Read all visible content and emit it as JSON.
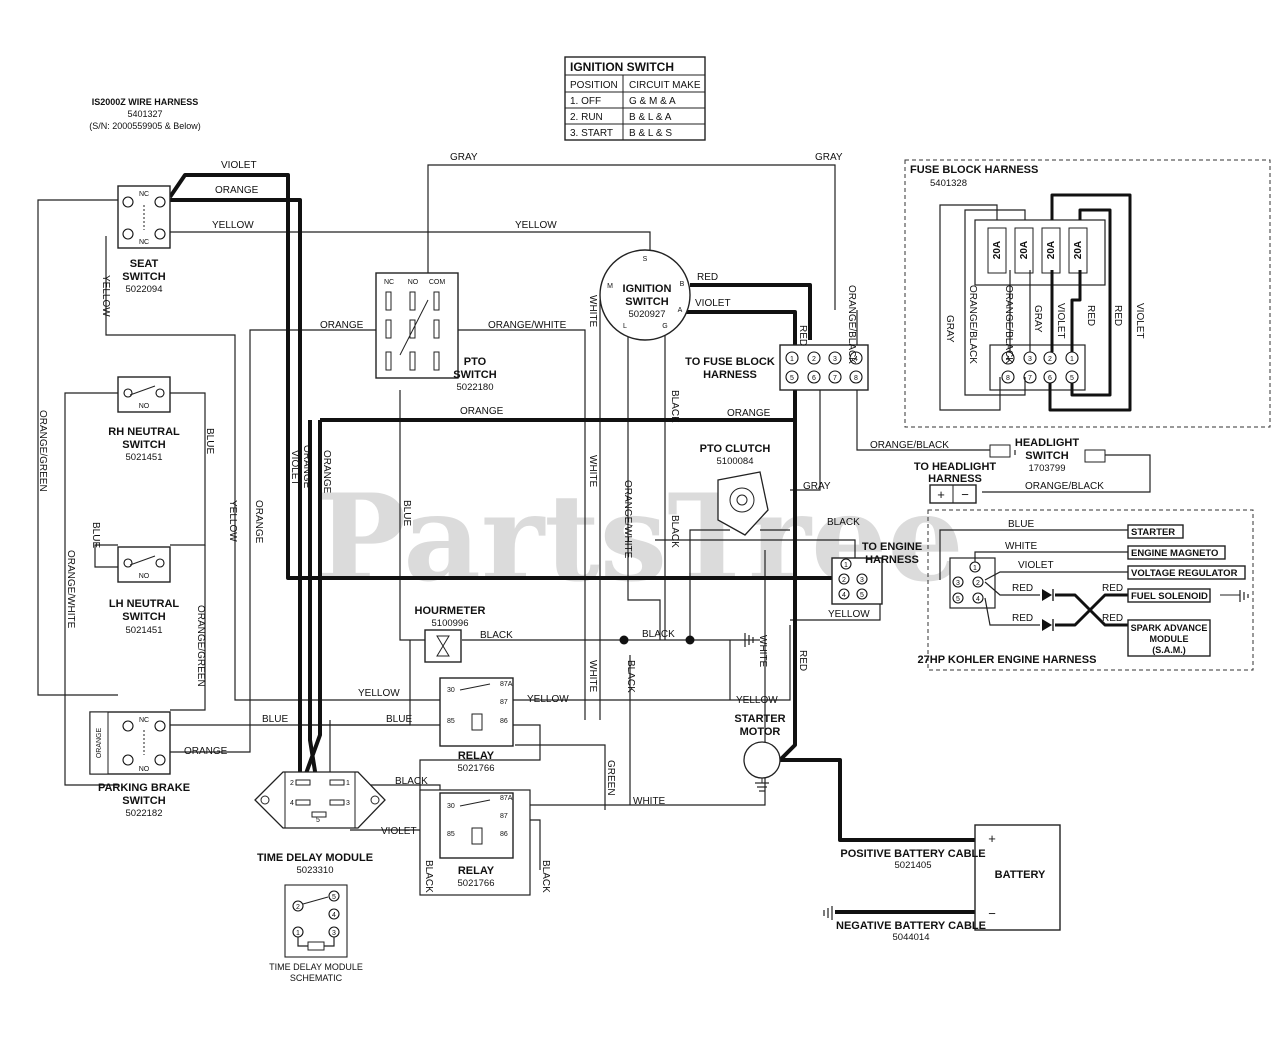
{
  "watermark": "PartsTree",
  "header": {
    "title": "IS2000Z WIRE HARNESS",
    "part": "5401327",
    "serial": "(S/N: 2000559905 & Below)"
  },
  "ignition_table": {
    "title": "IGNITION SWITCH",
    "col_position": "POSITION",
    "col_circuit": "CIRCUIT MAKE",
    "rows": [
      {
        "position": "1. OFF",
        "circuit": "G & M & A"
      },
      {
        "position": "2. RUN",
        "circuit": "B & L & A"
      },
      {
        "position": "3. START",
        "circuit": "B & L & S"
      }
    ]
  },
  "components": {
    "seat_switch": {
      "name1": "SEAT",
      "name2": "SWITCH",
      "part": "5022094",
      "nc": "NC"
    },
    "rh_neutral": {
      "name1": "RH NEUTRAL",
      "name2": "SWITCH",
      "part": "5021451",
      "no": "NO"
    },
    "lh_neutral": {
      "name1": "LH NEUTRAL",
      "name2": "SWITCH",
      "part": "5021451",
      "no": "NO"
    },
    "parking_brake": {
      "name1": "PARKING BRAKE",
      "name2": "SWITCH",
      "part": "5022182",
      "nc": "NC",
      "no": "NO",
      "side": "ORANGE"
    },
    "pto_switch": {
      "name1": "PTO",
      "name2": "SWITCH",
      "part": "5022180",
      "nc": "NC",
      "no": "NO",
      "com": "COM"
    },
    "ignition_switch": {
      "name1": "IGNITION",
      "name2": "SWITCH",
      "part": "5020927",
      "s": "S",
      "b": "B",
      "a": "A",
      "m": "M",
      "l": "L",
      "g": "G"
    },
    "fuse_block_conn": {
      "name1": "TO FUSE BLOCK",
      "name2": "HARNESS",
      "pins": [
        "1",
        "2",
        "3",
        "4",
        "5",
        "6",
        "7",
        "8"
      ]
    },
    "pto_clutch": {
      "name": "PTO CLUTCH",
      "part": "5100084"
    },
    "headlight_switch": {
      "name1": "HEADLIGHT",
      "name2": "SWITCH",
      "part": "1703799"
    },
    "to_headlight": {
      "name1": "TO HEADLIGHT",
      "name2": "HARNESS",
      "plus": "+",
      "minus": "−"
    },
    "to_engine": {
      "name1": "TO ENGINE",
      "name2": "HARNESS",
      "pins": [
        "1",
        "2",
        "3",
        "4",
        "5"
      ]
    },
    "hourmeter": {
      "name": "HOURMETER",
      "part": "5100996"
    },
    "relay1": {
      "name": "RELAY",
      "part": "5021766",
      "p30": "30",
      "p87a": "87A",
      "p87": "87",
      "p85": "85",
      "p86": "86"
    },
    "relay2": {
      "name": "RELAY",
      "part": "5021766",
      "p30": "30",
      "p87a": "87A",
      "p87": "87",
      "p85": "85",
      "p86": "86"
    },
    "starter_motor": {
      "name1": "STARTER",
      "name2": "MOTOR"
    },
    "time_delay": {
      "name": "TIME DELAY MODULE",
      "part": "5023310",
      "p1": "1",
      "p2": "2",
      "p3": "3",
      "p4": "4",
      "p5": "5"
    },
    "td_schematic": {
      "line1": "TIME DELAY MODULE",
      "line2": "SCHEMATIC"
    },
    "battery": {
      "name": "BATTERY",
      "plus": "+",
      "minus": "−"
    },
    "pos_cable": {
      "name": "POSITIVE BATTERY CABLE",
      "part": "5021405"
    },
    "neg_cable": {
      "name": "NEGATIVE BATTERY CABLE",
      "part": "5044014"
    }
  },
  "fuse_block": {
    "title": "FUSE BLOCK HARNESS",
    "part": "5401328",
    "fuses": [
      "20A",
      "20A",
      "20A",
      "20A"
    ],
    "pins": [
      "4",
      "3",
      "2",
      "1",
      "8",
      "7",
      "6",
      "5"
    ],
    "wires": [
      "GRAY",
      "ORANGE/BLACK",
      "ORANGE/BLACK",
      "GRAY",
      "VIOLET",
      "RED",
      "RED",
      "VIOLET"
    ]
  },
  "engine_harness": {
    "title": "27HP KOHLER ENGINE HARNESS",
    "wires": [
      "BLUE",
      "WHITE",
      "VIOLET",
      "RED",
      "RED",
      "RED",
      "RED"
    ],
    "pins": [
      "1",
      "2",
      "3",
      "4",
      "5"
    ],
    "targets": [
      "STARTER",
      "ENGINE MAGNETO",
      "VOLTAGE REGULATOR",
      "FUEL SOLENOID"
    ],
    "sam1": "SPARK ADVANCE",
    "sam2": "MODULE",
    "sam3": "(S.A.M.)"
  },
  "wire_labels": {
    "violet": "VIOLET",
    "orange": "ORANGE",
    "yellow": "YELLOW",
    "gray": "GRAY",
    "red": "RED",
    "white": "WHITE",
    "black": "BLACK",
    "blue": "BLUE",
    "green": "GREEN",
    "orange_white": "ORANGE/WHITE",
    "orange_black": "ORANGE/BLACK",
    "orange_green": "ORANGE/GREEN",
    "blue_short": "BLUE"
  }
}
